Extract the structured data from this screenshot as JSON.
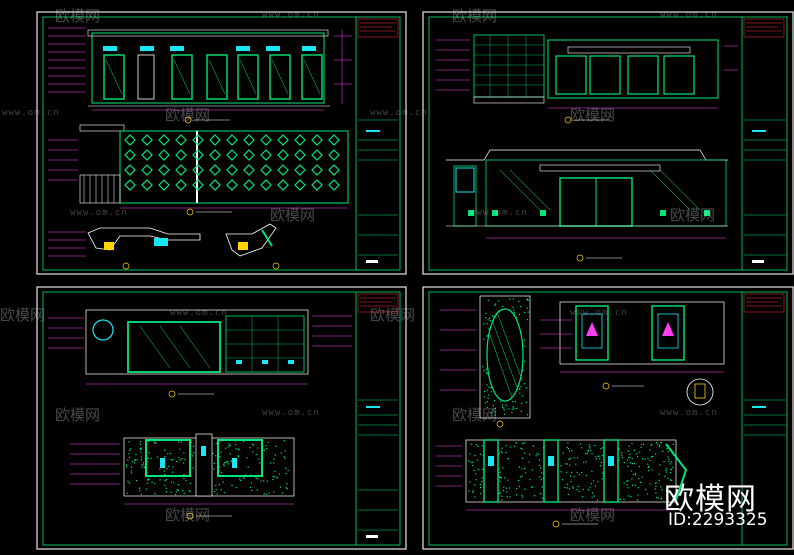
{
  "watermark": {
    "brand": "欧模网",
    "url": "www.om.cn",
    "id_label": "ID:2293325"
  },
  "colors": {
    "background": "#000000",
    "sheet_border": "#e6e6e6",
    "frame_line": "#00e676",
    "dimension": "#ff3df2",
    "cyan": "#19e6f2",
    "white": "#ffffff",
    "yellow": "#ffd400",
    "red": "#ff3030"
  },
  "sheets": [
    {
      "name": "sheet-top-left"
    },
    {
      "name": "sheet-top-right"
    },
    {
      "name": "sheet-bottom-left"
    },
    {
      "name": "sheet-bottom-right"
    }
  ]
}
